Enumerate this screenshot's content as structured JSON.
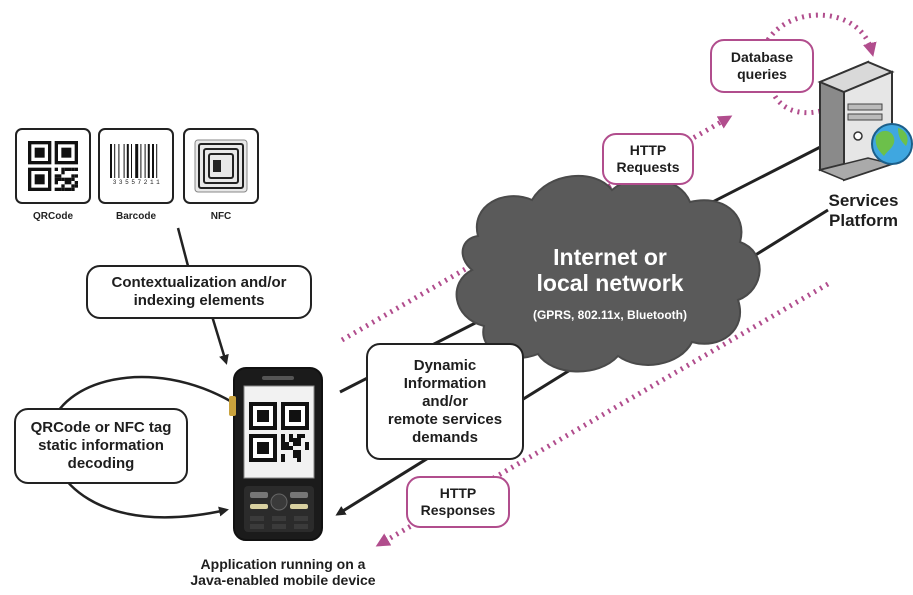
{
  "tiles": [
    {
      "label": "QRCode",
      "icon": "qrcode-icon"
    },
    {
      "label": "Barcode",
      "icon": "barcode-icon",
      "barcode_number": "3 3 5 5 7 2 1 1"
    },
    {
      "label": "NFC",
      "icon": "nfc-icon"
    }
  ],
  "boxes": {
    "contextualization": [
      "Contextualization and/or",
      "indexing elements"
    ],
    "decoding": [
      "QRCode or NFC tag",
      "static information",
      "decoding"
    ],
    "dynamic": [
      "Dynamic",
      "Information",
      "and/or",
      "remote services",
      "demands"
    ],
    "http_requests": [
      "HTTP",
      "Requests"
    ],
    "http_responses": [
      "HTTP",
      "Responses"
    ],
    "database": [
      "Database",
      "queries"
    ]
  },
  "cloud": {
    "line1": "Internet or",
    "line2": "local network",
    "line3": "(GPRS, 802.11x, Bluetooth)"
  },
  "server": {
    "label_line1": "Services",
    "label_line2": "Platform"
  },
  "device": {
    "caption_line1": "Application running on a",
    "caption_line2": "Java-enabled mobile device"
  },
  "colors": {
    "accent": "#b14d8d",
    "cloud": "#5a5a5a",
    "line": "#222222"
  }
}
